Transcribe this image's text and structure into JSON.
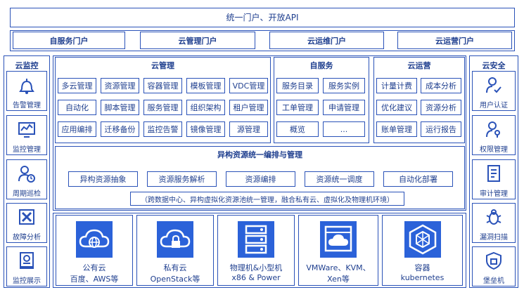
{
  "header": {
    "title": "统一门户、开放API"
  },
  "portals": [
    "自服务门户",
    "云管理门户",
    "云运维门户",
    "云运营门户"
  ],
  "monitor": {
    "title": "云监控",
    "items": [
      {
        "label": "告警管理",
        "icon": "bell-icon"
      },
      {
        "label": "监控管理",
        "icon": "monitor-chart-icon"
      },
      {
        "label": "周期巡检",
        "icon": "user-clock-icon"
      },
      {
        "label": "故障分析",
        "icon": "fault-x-icon"
      },
      {
        "label": "监控展示",
        "icon": "display-icon"
      }
    ]
  },
  "mgmt": {
    "title": "云管理",
    "rows": [
      [
        "多云管理",
        "资源管理",
        "容器管理",
        "模板管理",
        "VDC管理"
      ],
      [
        "自动化",
        "脚本管理",
        "服务管理",
        "组织架构",
        "租户管理"
      ],
      [
        "应用编排",
        "迁移备份",
        "监控告警",
        "镜像管理",
        "源管理"
      ]
    ]
  },
  "selfservice": {
    "title": "自服务",
    "rows": [
      [
        "服务目录",
        "服务实例"
      ],
      [
        "工单管理",
        "申请管理"
      ],
      [
        "概览",
        "..."
      ]
    ]
  },
  "operation": {
    "title": "云运营",
    "rows": [
      [
        "计量计费",
        "成本分析"
      ],
      [
        "优化建议",
        "资源分析"
      ],
      [
        "账单管理",
        "运行报告"
      ]
    ]
  },
  "security": {
    "title": "云安全",
    "items": [
      {
        "label": "用户认证",
        "icon": "user-check-icon"
      },
      {
        "label": "权限管理",
        "icon": "user-key-icon"
      },
      {
        "label": "审计管理",
        "icon": "document-icon"
      },
      {
        "label": "漏洞扫描",
        "icon": "bug-icon"
      },
      {
        "label": "堡垒机",
        "icon": "shield-icon"
      }
    ]
  },
  "hetero": {
    "title": "异构资源统一编排与管理",
    "items": [
      "异构资源抽象",
      "资源服务解析",
      "资源编排",
      "资源统一调度",
      "自动化部署"
    ],
    "note": "（跨数据中心、异构虚拟化资源池统一管理，融合私有云、虚拟化及物理机环境）"
  },
  "resources": [
    {
      "line1": "公有云",
      "line2": "百度、AWS等",
      "icon": "cloud-globe-icon"
    },
    {
      "line1": "私有云",
      "line2": "OpenStack等",
      "icon": "cloud-lock-icon"
    },
    {
      "line1": "物理机&小型机",
      "line2": "x86 & Power",
      "icon": "server-rack-icon"
    },
    {
      "line1": "VMWare、KVM、",
      "line2": "Xen等",
      "icon": "virtual-cloud-icon"
    },
    {
      "line1": "容器",
      "line2": "kubernetes",
      "icon": "kubernetes-icon"
    }
  ],
  "colors": {
    "primary": "#2a52b8",
    "text": "#1f3f8f",
    "iconFill": "#2b62d9"
  }
}
